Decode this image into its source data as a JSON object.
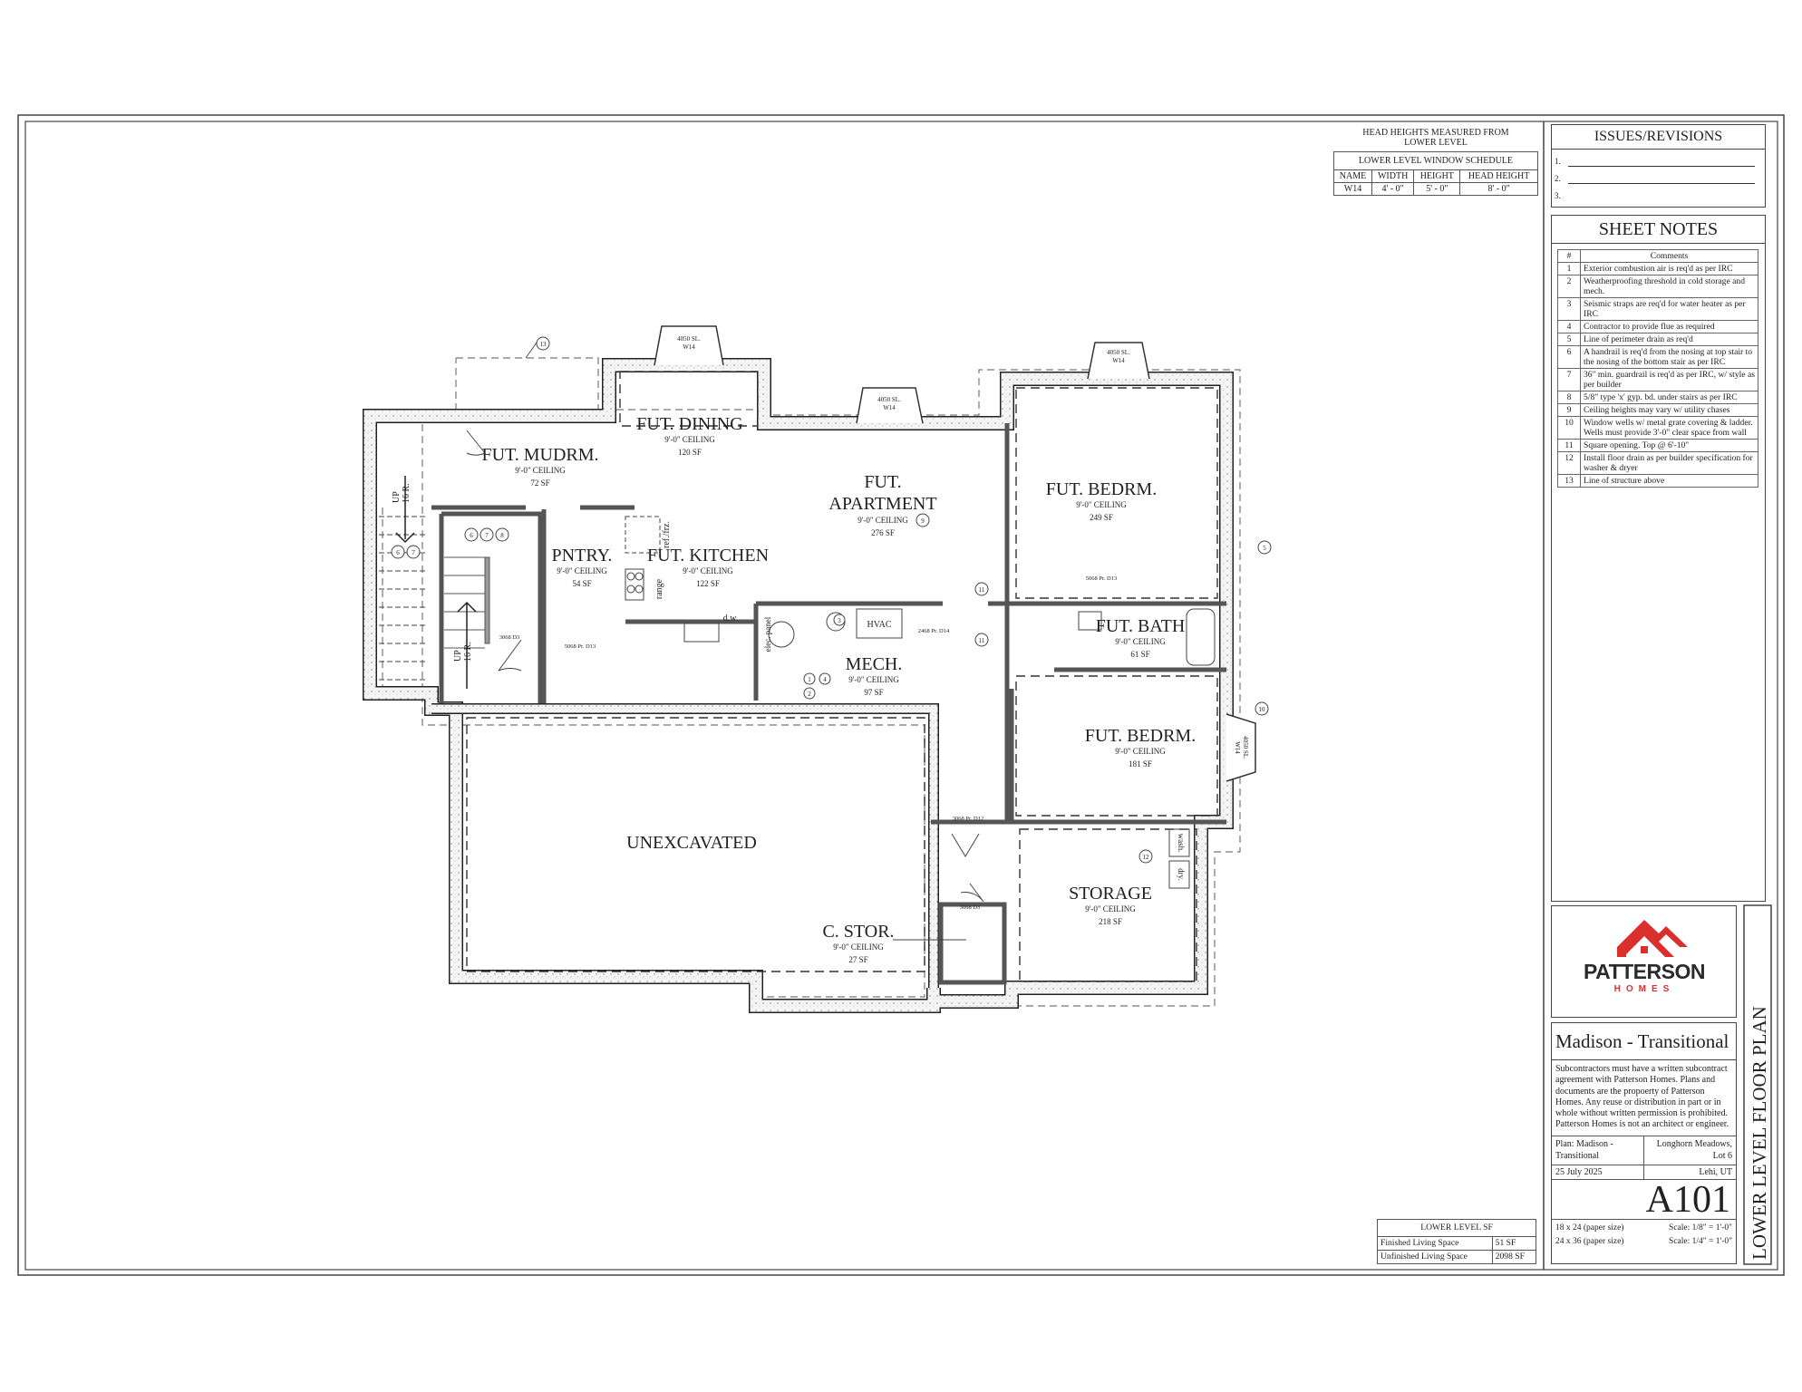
{
  "window_schedule": {
    "note": "HEAD HEIGHTS MEASURED FROM LOWER LEVEL",
    "title": "LOWER LEVEL WINDOW SCHEDULE",
    "headers": [
      "NAME",
      "WIDTH",
      "HEIGHT",
      "HEAD HEIGHT"
    ],
    "rows": [
      [
        "W14",
        "4' - 0\"",
        "5' - 0\"",
        "8' - 0\""
      ]
    ]
  },
  "issues": {
    "title": "ISSUES/REVISIONS",
    "items": [
      "1.",
      "2.",
      "3."
    ]
  },
  "sheet_notes": {
    "title": "SHEET NOTES",
    "headers": [
      "#",
      "Comments"
    ],
    "rows": [
      [
        "1",
        "Exterior combustion air is req'd as per IRC"
      ],
      [
        "2",
        "Weatherproofing threshold in cold storage and mech."
      ],
      [
        "3",
        "Seismic straps are req'd for water heater as per IRC"
      ],
      [
        "4",
        "Contractor to provide flue as required"
      ],
      [
        "5",
        "Line of perimeter drain as req'd"
      ],
      [
        "6",
        "A handrail is req'd from the nosing at top stair to the nosing of the bottom stair as per IRC"
      ],
      [
        "7",
        "36\" min. guardrail is req'd as per IRC, w/ style as per builder"
      ],
      [
        "8",
        "5/8\" type 'x' gyp. bd. under stairs as per IRC"
      ],
      [
        "9",
        "Ceiling heights may vary w/ utility chases"
      ],
      [
        "10",
        "Window wells w/ metal grate covering & ladder. Wells must provide 3'-0\" clear space from wall"
      ],
      [
        "11",
        "Square opening. Top @ 6'-10\""
      ],
      [
        "12",
        "Install floor drain as per builder specification for washer & dryer"
      ],
      [
        "13",
        "Line of structure above"
      ]
    ]
  },
  "logo": {
    "name": "PATTERSON",
    "sub": "HOMES",
    "red": "#d9302c",
    "dark": "#2b2b2b"
  },
  "title_block": {
    "project": "Madison - Transitional",
    "disclaimer": "Subcontractors must have a written subcontract agreement with Patterson Homes. Plans and documents are the propoerty of Patterson Homes. Any reuse or distribution in part or in whole without written permission is prohibited. Patterson Homes is not an architect or engineer.",
    "plan": "Plan: Madison - Transitional",
    "location": "Longhorn Meadows, Lot 6",
    "date": "25 July 2025",
    "city": "Lehi, UT",
    "sheet_number": "A101",
    "paper_1": "18 x 24 (paper size)",
    "scale_1": "Scale: 1/8\" = 1'-0\"",
    "paper_2": "24 x 36 (paper size)",
    "scale_2": "Scale: 1/4\" = 1'-0\"",
    "sheet_title": "LOWER LEVEL FLOOR PLAN"
  },
  "sf_table": {
    "title": "LOWER LEVEL SF",
    "rows": [
      [
        "Finished Living Space",
        "51 SF"
      ],
      [
        "Unfinished Living Space",
        "2098 SF"
      ]
    ]
  },
  "rooms": {
    "dining": {
      "name": "FUT. DINING",
      "ceiling": "9'-0\" CEILING",
      "area": "120 SF"
    },
    "mudroom": {
      "name": "FUT. MUDRM.",
      "ceiling": "9'-0\" CEILING",
      "area": "72 SF"
    },
    "apartment": {
      "name1": "FUT.",
      "name2": "APARTMENT",
      "ceiling": "9'-0\" CEILING",
      "area": "276 SF",
      "note": "9"
    },
    "bedroom1": {
      "name": "FUT. BEDRM.",
      "ceiling": "9'-0\" CEILING",
      "area": "249 SF"
    },
    "pantry": {
      "name": "PNTRY.",
      "ceiling": "9'-0\" CEILING",
      "area": "54 SF"
    },
    "kitchen": {
      "name": "FUT. KITCHEN",
      "ceiling": "9'-0\" CEILING",
      "area": "122 SF"
    },
    "bath": {
      "name": "FUT. BATH",
      "ceiling": "9'-0\" CEILING",
      "area": "61 SF"
    },
    "mech": {
      "name": "MECH.",
      "ceiling": "9'-0\" CEILING",
      "area": "97 SF"
    },
    "bedroom2": {
      "name": "FUT. BEDRM.",
      "ceiling": "9'-0\" CEILING",
      "area": "181 SF"
    },
    "unexcavated": {
      "name": "UNEXCAVATED"
    },
    "storage": {
      "name": "STORAGE",
      "ceiling": "9'-0\" CEILING",
      "area": "218 SF"
    },
    "cold_storage": {
      "name": "C. STOR.",
      "ceiling": "9'-0\" CEILING",
      "area": "27 SF"
    }
  },
  "windows": {
    "size": "4050 SL.",
    "tag": "W14"
  },
  "fixtures": {
    "hvac": "HVAC",
    "range": "range",
    "fridge": "ref./frz.",
    "dishwasher": "d.w.",
    "panel": "elec. panel",
    "washer": "wash.",
    "dryer": "dry."
  },
  "stairs": {
    "up": "UP",
    "risers": "16 R."
  },
  "doors": {
    "d3": "3068 D3",
    "d13": "5068 Pr. D13",
    "d12": "3068 Pr. D12",
    "d14": "2468 Pr. D14",
    "d13b": "5068 Pr. D13"
  },
  "callouts": [
    "13",
    "6",
    "7",
    "8",
    "6",
    "7",
    "9",
    "11",
    "11",
    "5",
    "10",
    "12",
    "1",
    "4",
    "2",
    "3"
  ]
}
